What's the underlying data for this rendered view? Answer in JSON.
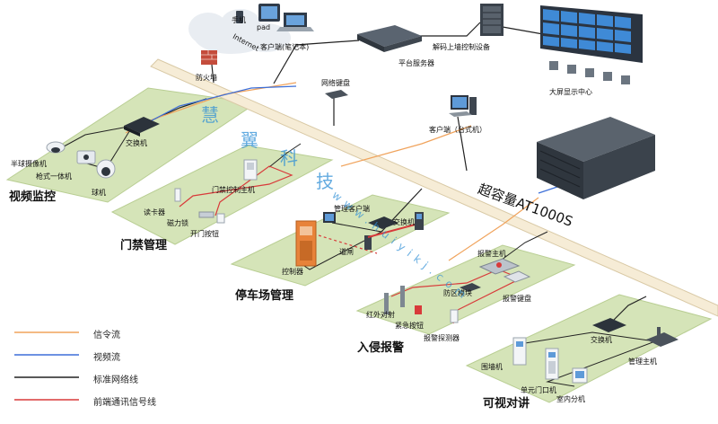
{
  "colors": {
    "signal": "#f0a35c",
    "video": "#3d6fd8",
    "network": "#222222",
    "front": "#d83a3a",
    "zone": "#d5e4b8",
    "backbone": "#f6ecd6",
    "watermark": "#2f8fd6"
  },
  "top": {
    "phone": "手机",
    "pad": "pad",
    "internet": "Internet",
    "laptop": "客户端(笔记本)",
    "firewall": "防火墙",
    "server": "平台服务器",
    "decoder": "解码上墙控制设备",
    "wall": "大屏显示中心",
    "keyboard": "网络键盘",
    "desktop": "客户端（台式机）",
    "storage": "超容量AT1000S"
  },
  "video_zone": {
    "title": "视频监控",
    "switch": "交换机",
    "dome": "半球摄像机",
    "bullet": "枪式一体机",
    "ball": "球机"
  },
  "access_zone": {
    "title": "门禁管理",
    "reader": "读卡器",
    "controller": "门禁控制主机",
    "lock": "磁力锁",
    "button": "开门按钮"
  },
  "parking_zone": {
    "title": "停车场管理",
    "client": "管理客户端",
    "switch": "交换机",
    "controller": "控制器",
    "gate": "道闸"
  },
  "alarm_zone": {
    "title": "入侵报警",
    "host": "报警主机",
    "module": "防区模块",
    "keyboard": "报警键盘",
    "ir": "红外对射",
    "emergency": "紧急按钮",
    "detector": "报警探测器"
  },
  "intercom_zone": {
    "title": "可视对讲",
    "switch": "交换机",
    "manager": "管理主机",
    "wall_unit": "围墙机",
    "door_unit": "单元门口机",
    "indoor": "室内分机"
  },
  "legend": [
    {
      "label": "信令流",
      "color": "#f0a35c"
    },
    {
      "label": "视频流",
      "color": "#3d6fd8"
    },
    {
      "label": "标准网络线",
      "color": "#222222"
    },
    {
      "label": "前端通讯信号线",
      "color": "#d83a3a"
    }
  ],
  "watermark": {
    "c1": "慧",
    "c2": "翼",
    "c3": "科",
    "c4": "技",
    "url": "www.huiyikj.com"
  }
}
